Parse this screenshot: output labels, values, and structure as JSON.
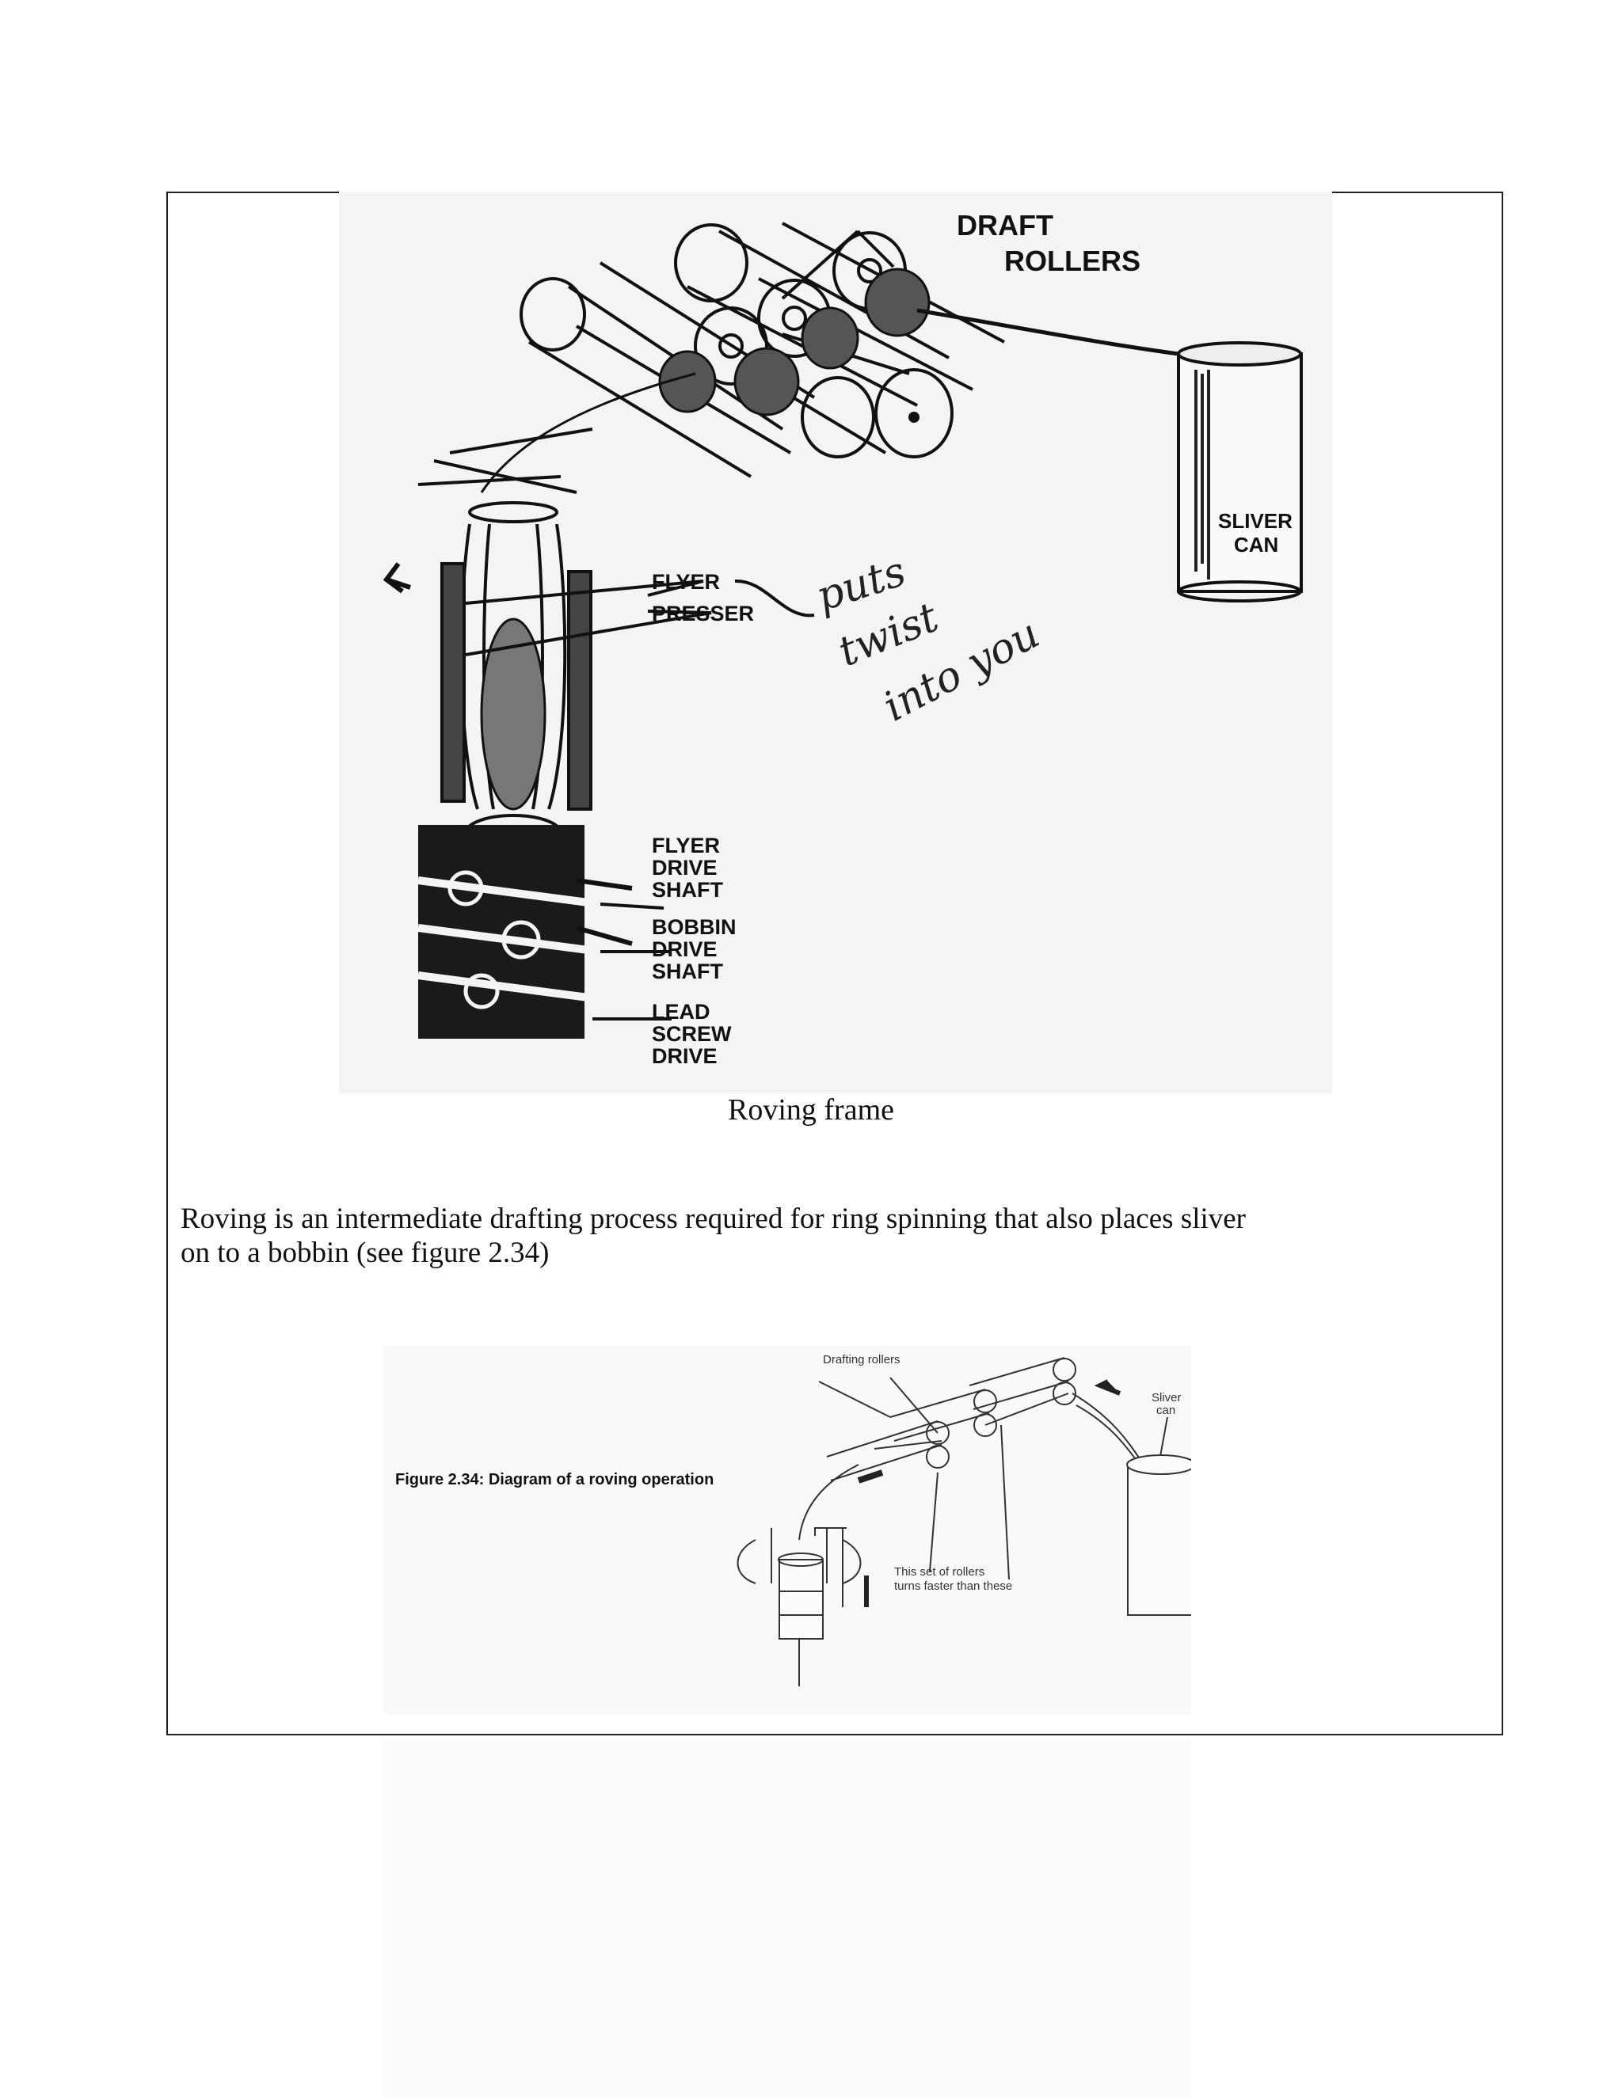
{
  "figure1": {
    "labels": {
      "draft": "DRAFT",
      "rollers": "ROLLERS",
      "sliver": "SLIVER",
      "can": "CAN",
      "flyer": "FLYER",
      "presser": "PRESSER",
      "flyer_drive_1": "FLYER",
      "flyer_drive_2": "DRIVE",
      "flyer_drive_3": "SHAFT",
      "bobbin_drive_1": "BOBBIN",
      "bobbin_drive_2": "DRIVE",
      "bobbin_drive_3": "SHAFT",
      "lead_1": "LEAD",
      "lead_2": "SCREW",
      "lead_3": "DRIVE"
    },
    "handwriting": {
      "line1": "puts",
      "line2": "twist",
      "line3": "into you"
    },
    "caption": "Roving frame"
  },
  "paragraph": {
    "line1": "Roving is an intermediate drafting process required for ring spinning that also places sliver",
    "line2": "on to a bobbin (see figure 2.34)"
  },
  "figure2": {
    "title": "Figure 2.34: Diagram of a roving operation",
    "drafting_rollers": "Drafting rollers",
    "sliver_1": "Sliver",
    "sliver_2": "can",
    "note_1": "This set of rollers",
    "note_2": "turns faster than these"
  }
}
